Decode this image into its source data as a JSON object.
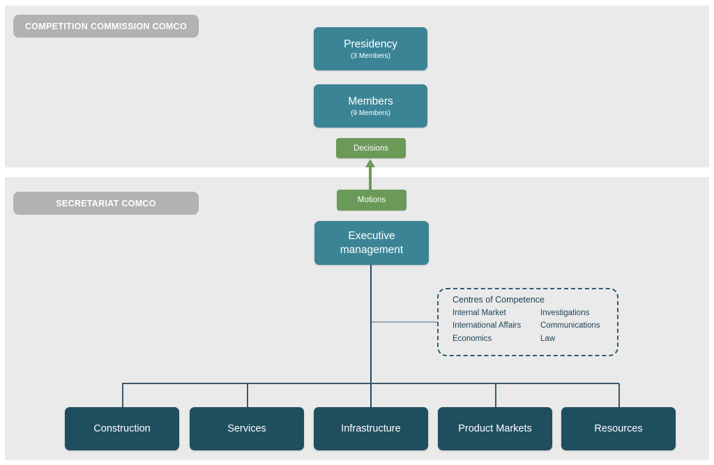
{
  "sections": {
    "commission_label": "COMPETITION COMMISSION COMCO",
    "secretariat_label": "SECRETARIAT COMCO"
  },
  "commission": {
    "presidency": {
      "title": "Presidency",
      "subtitle": "(3 Members)"
    },
    "members": {
      "title": "Members",
      "subtitle": "(9 Members)"
    },
    "decisions_label": "Decisions"
  },
  "secretariat": {
    "motions_label": "Motions",
    "executive_label": "Executive management",
    "centres": {
      "title": "Centres of Competence",
      "col1": [
        "Internal Market",
        "International Affairs",
        "Economics"
      ],
      "col2": [
        "Investigations",
        "Communications",
        "Law"
      ]
    },
    "divisions": [
      "Construction",
      "Services",
      "Infrastructure",
      "Product Markets",
      "Resources"
    ]
  },
  "colors": {
    "section_background": "#eaeaea",
    "badge_gray": "#b2b2b2",
    "node_teal": "#3b8496",
    "division_dark_teal": "#1f4e5f",
    "green": "#6b9a58",
    "connector_dark": "#24455c",
    "connector_light": "#9aa9b8",
    "centres_text": "#1d4355"
  }
}
